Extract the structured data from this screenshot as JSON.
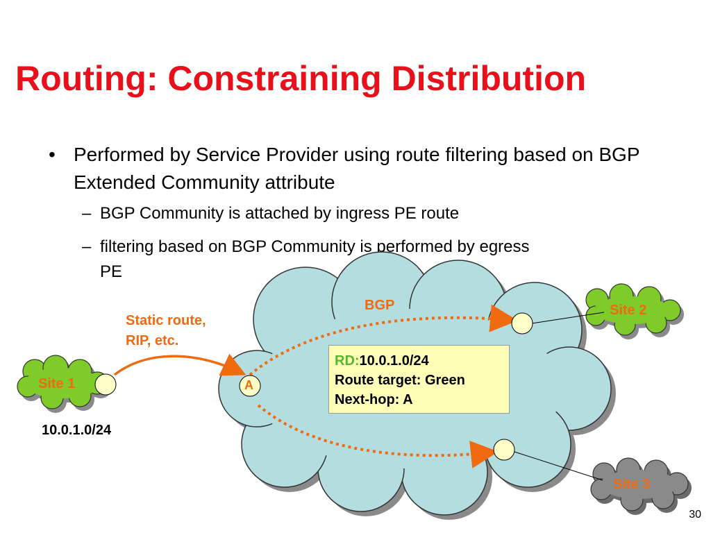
{
  "slide": {
    "title": "Routing: Constraining Distribution",
    "page_number": "30"
  },
  "bullets": {
    "main_marker": "•",
    "main_text": "Performed by Service Provider using route filtering based on BGP Extended Community attribute",
    "sub_marker": "–",
    "sub1": "BGP Community is attached by ingress PE route",
    "sub2_line1": "filtering based on BGP Community is performed by egress",
    "sub2_line2": "PE"
  },
  "diagram": {
    "static_route_line1": "Static route,",
    "static_route_line2": "RIP, etc.",
    "bgp_label": "BGP",
    "site1": "Site 1",
    "site2": "Site 2",
    "site3": "Site 3",
    "node_a": "A",
    "prefix": "10.0.1.0/24",
    "info": {
      "rd_key": "RD:",
      "rd_value": "10.0.1.0/24",
      "route_target": "Route target: Green",
      "next_hop": "Next-hop: A"
    },
    "colors": {
      "title": "#e8101a",
      "cloud_fill": "#b4dde0",
      "site_green": "#7ecb2a",
      "site_gray": "#8a8a8a",
      "arrow_orange": "#f06a10",
      "info_fill": "#ffffb8",
      "rd_green": "#55b82a",
      "pe_fill": "#ffffc8"
    }
  }
}
